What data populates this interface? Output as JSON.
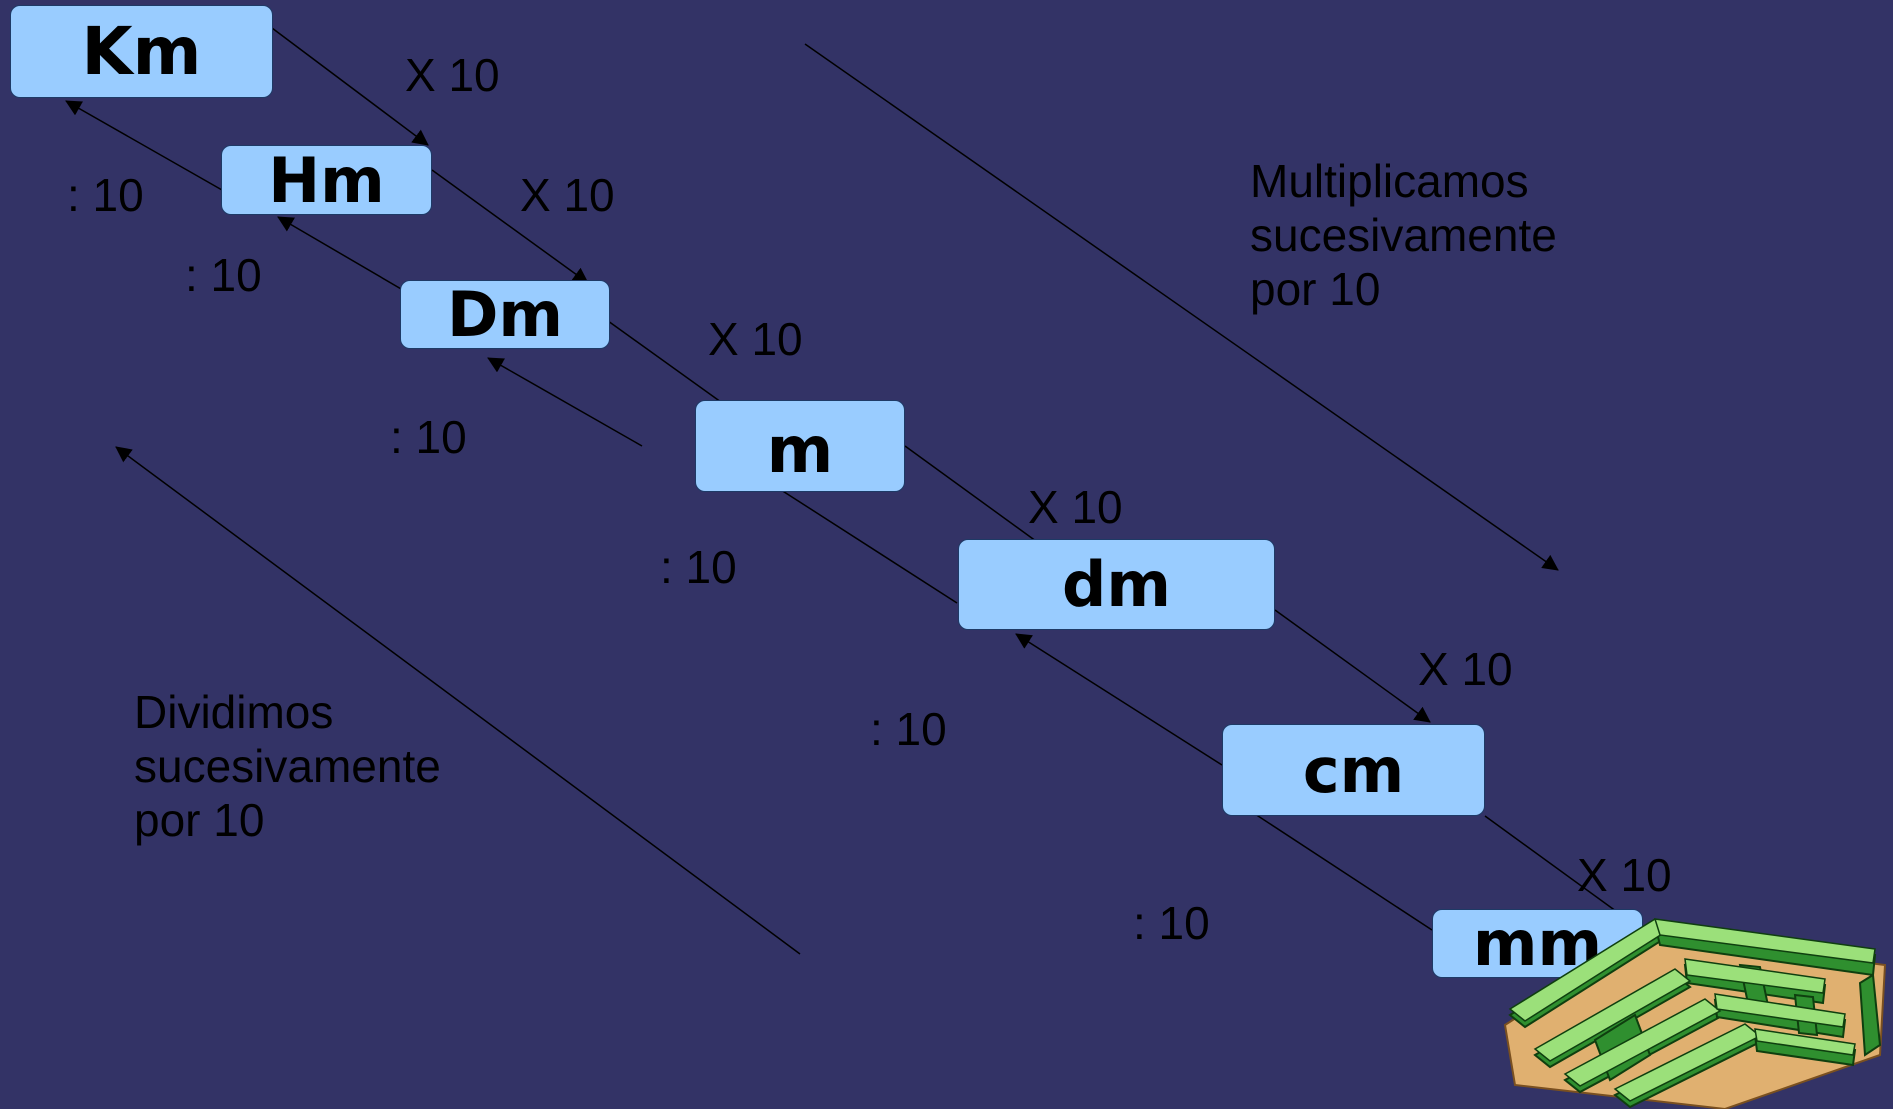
{
  "units": {
    "km": "Km",
    "hm": "Hm",
    "dam": "Dm",
    "m": "m",
    "dm": "dm",
    "cm": "cm",
    "mm": "mm"
  },
  "multiply_labels": [
    "X 10",
    "X 10",
    "X 10",
    "X 10",
    "X 10",
    "X 10"
  ],
  "divide_labels": [
    ": 10",
    ": 10",
    ": 10",
    ": 10",
    ": 10",
    ": 10"
  ],
  "multiply_note": [
    "Multiplicamos",
    "sucesivamente",
    "por 10"
  ],
  "divide_note": [
    "Dividimos",
    "sucesivamente",
    "por 10"
  ],
  "colors": {
    "background": "#333366",
    "box_fill": "#99ccff",
    "text": "#000000",
    "maze_green": "#2f8f2f",
    "maze_light": "#9be07a",
    "maze_ground": "#e0b070"
  },
  "icons": [
    "maze-clipart-icon"
  ]
}
